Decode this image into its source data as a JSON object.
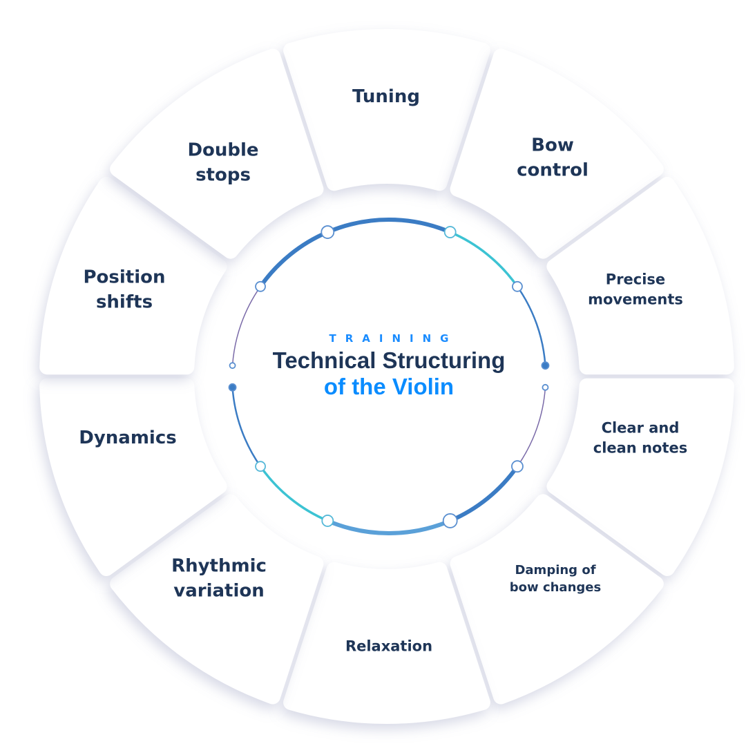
{
  "center": {
    "kicker": "TRAINING",
    "title_line1": "Technical Structuring",
    "title_line2": "of the Violin"
  },
  "segments": [
    {
      "label": "Tuning"
    },
    {
      "label": "Bow\ncontrol"
    },
    {
      "label": "Precise\nmovements"
    },
    {
      "label": "Clear and\nclean notes"
    },
    {
      "label": "Damping of\nbow changes"
    },
    {
      "label": "Relaxation"
    },
    {
      "label": "Rhythmic\nvariation"
    },
    {
      "label": "Dynamics"
    },
    {
      "label": "Position\nshifts"
    },
    {
      "label": "Double\nstops"
    }
  ],
  "colors": {
    "text": "#1e3557",
    "accent": "#0a8cff",
    "ring_blue": "#3b7cc4",
    "ring_teal": "#3cc3d3",
    "ring_purple": "#7a6aa8"
  }
}
